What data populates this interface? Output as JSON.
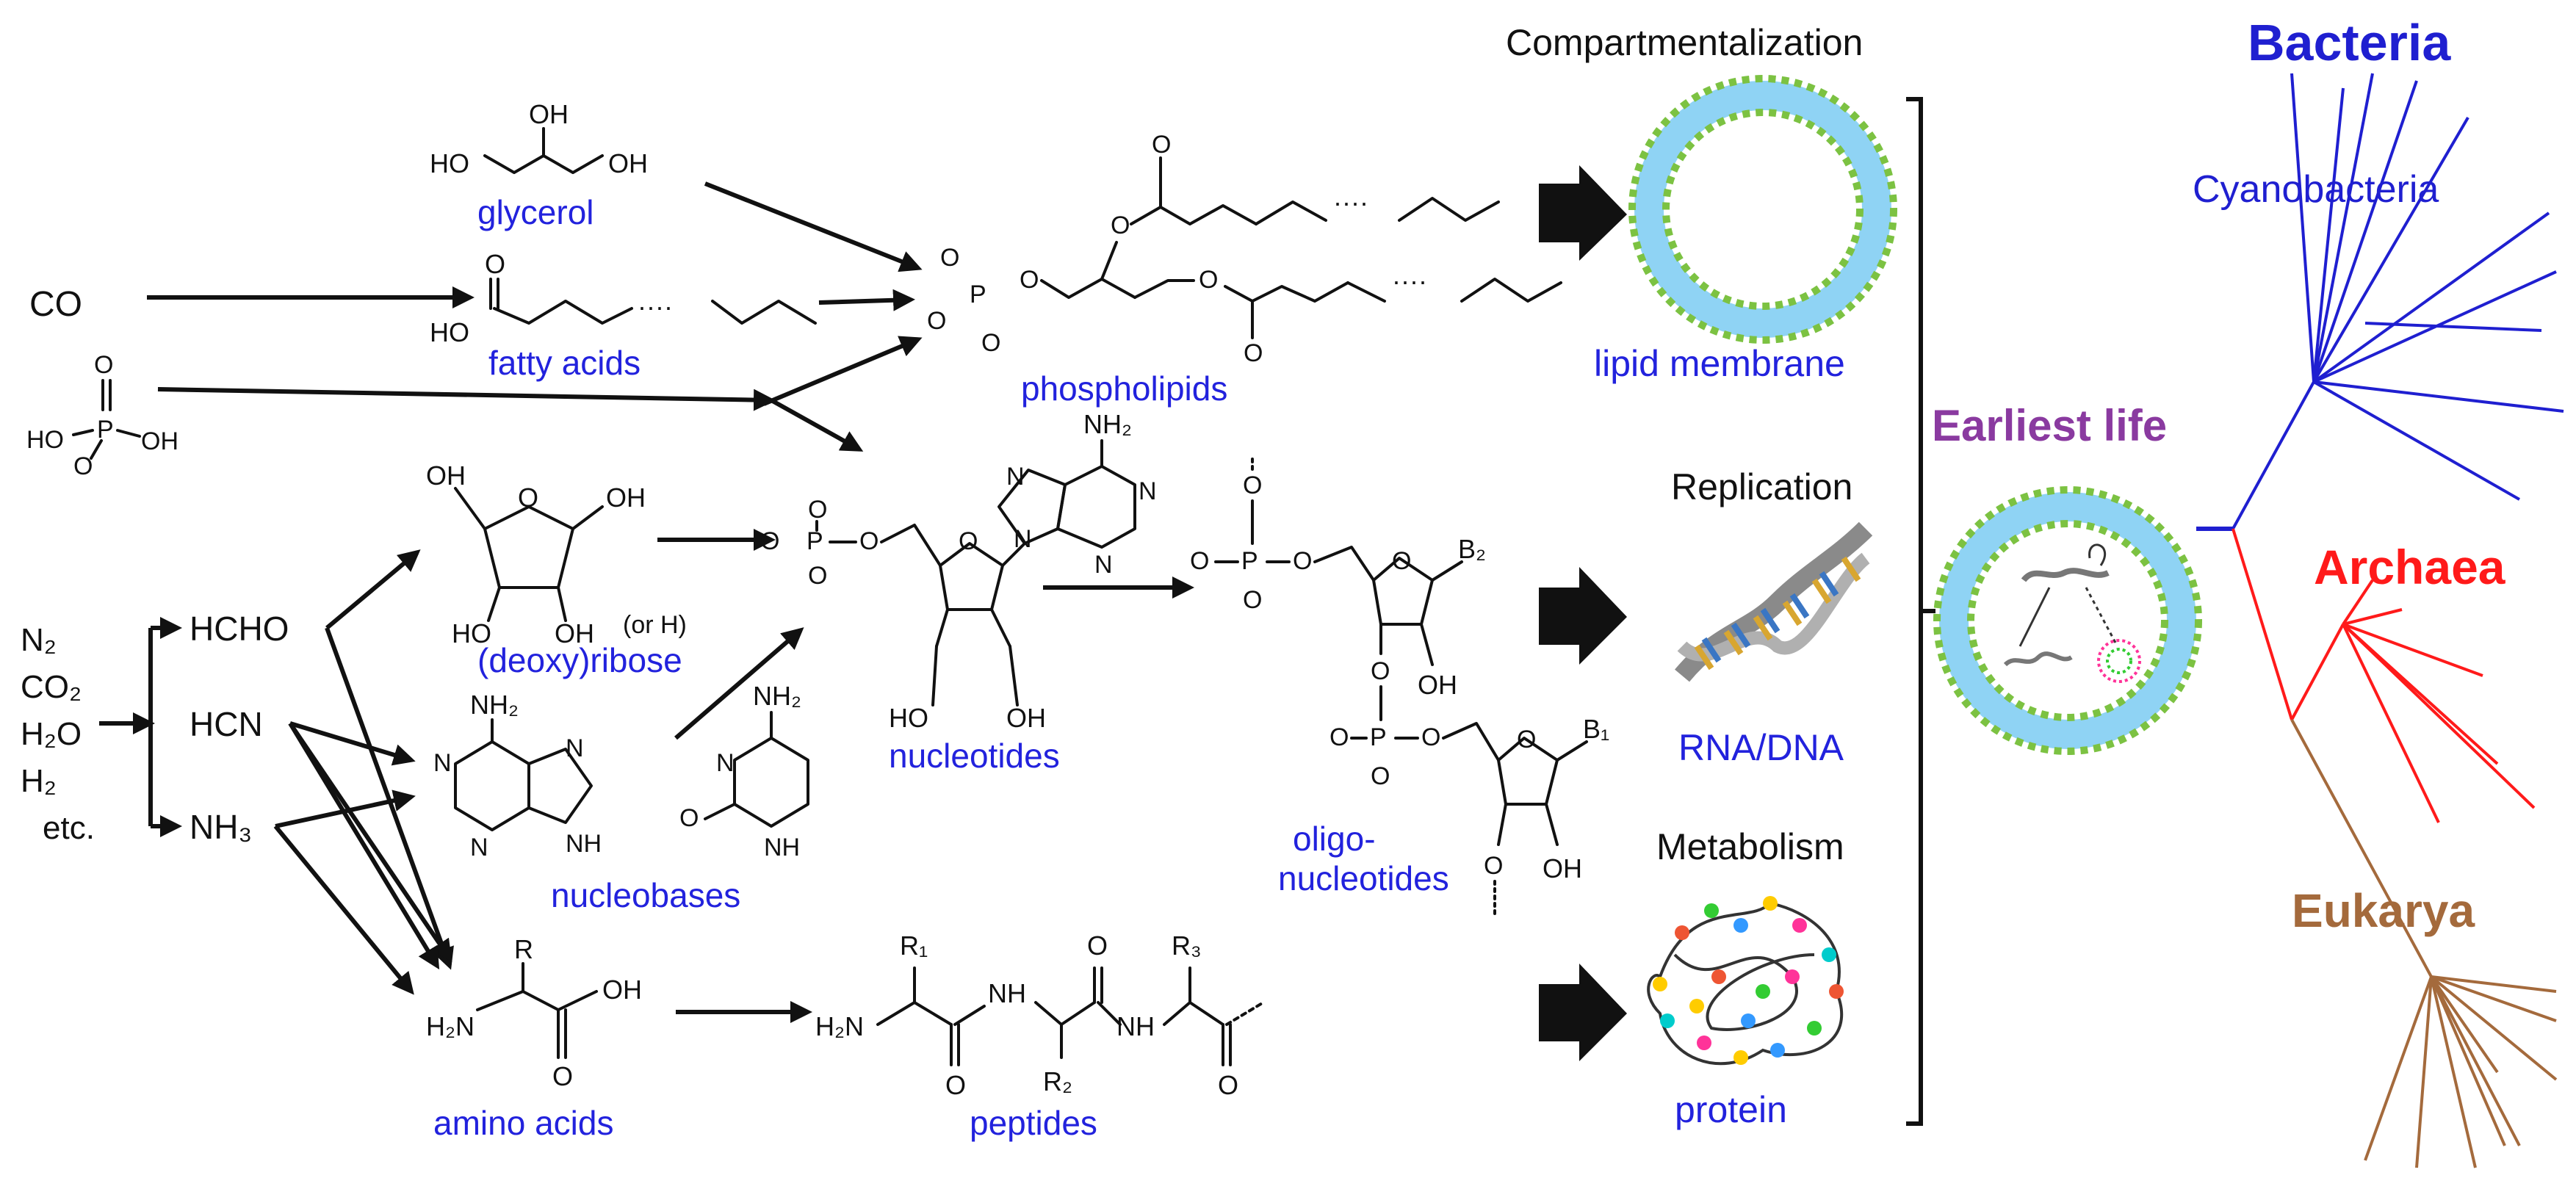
{
  "colors": {
    "label_blue": "#2222dd",
    "bacteria": "#1f1fd0",
    "archaea": "#ff1a1a",
    "eukarya": "#a46a3c",
    "earliest_life": "#8a3aa0",
    "membrane_green": "#7cc242",
    "membrane_cyan": "#8fd3f4",
    "black": "#111111"
  },
  "inputs": {
    "co": "CO",
    "phosphate": {
      "o1": "O",
      "p": "P",
      "ho1": "HO",
      "oh": "OH",
      "o2": "O"
    },
    "gases": {
      "n2": "N₂",
      "co2": "CO₂",
      "h2o": "H₂O",
      "h2": "H₂",
      "etc": "etc."
    },
    "hcho": "HCHO",
    "hcn": "HCN",
    "nh3": "NH₃"
  },
  "labels": {
    "glycerol": "glycerol",
    "fatty_acids": "fatty acids",
    "phospholipids": "phospholipids",
    "deoxyribose": "(deoxy)ribose",
    "nucleobases": "nucleobases",
    "nucleotides": "nucleotides",
    "oligo": "oligo-",
    "nucleotides2": "nucleotides",
    "amino_acids": "amino acids",
    "peptides": "peptides",
    "lipid_membrane": "lipid membrane",
    "rna_dna": "RNA/DNA",
    "protein": "protein"
  },
  "chem": {
    "oh": "OH",
    "ho": "HO",
    "o": "O",
    "p": "P",
    "n": "N",
    "nh": "NH",
    "nh2": "NH₂",
    "h2n": "H₂N",
    "or_h": "(or H)",
    "r": "R",
    "r1": "R₁",
    "r2": "R₂",
    "r3": "R₃",
    "b1": "B₁",
    "b2": "B₂",
    "dots": "····"
  },
  "headings": {
    "compartmentalization": "Compartmentalization",
    "replication": "Replication",
    "metabolism": "Metabolism",
    "earliest_life": "Earliest life"
  },
  "tree": {
    "bacteria": "Bacteria",
    "cyanobacteria": "Cyanobacteria",
    "archaea": "Archaea",
    "eukarya": "Eukarya"
  }
}
